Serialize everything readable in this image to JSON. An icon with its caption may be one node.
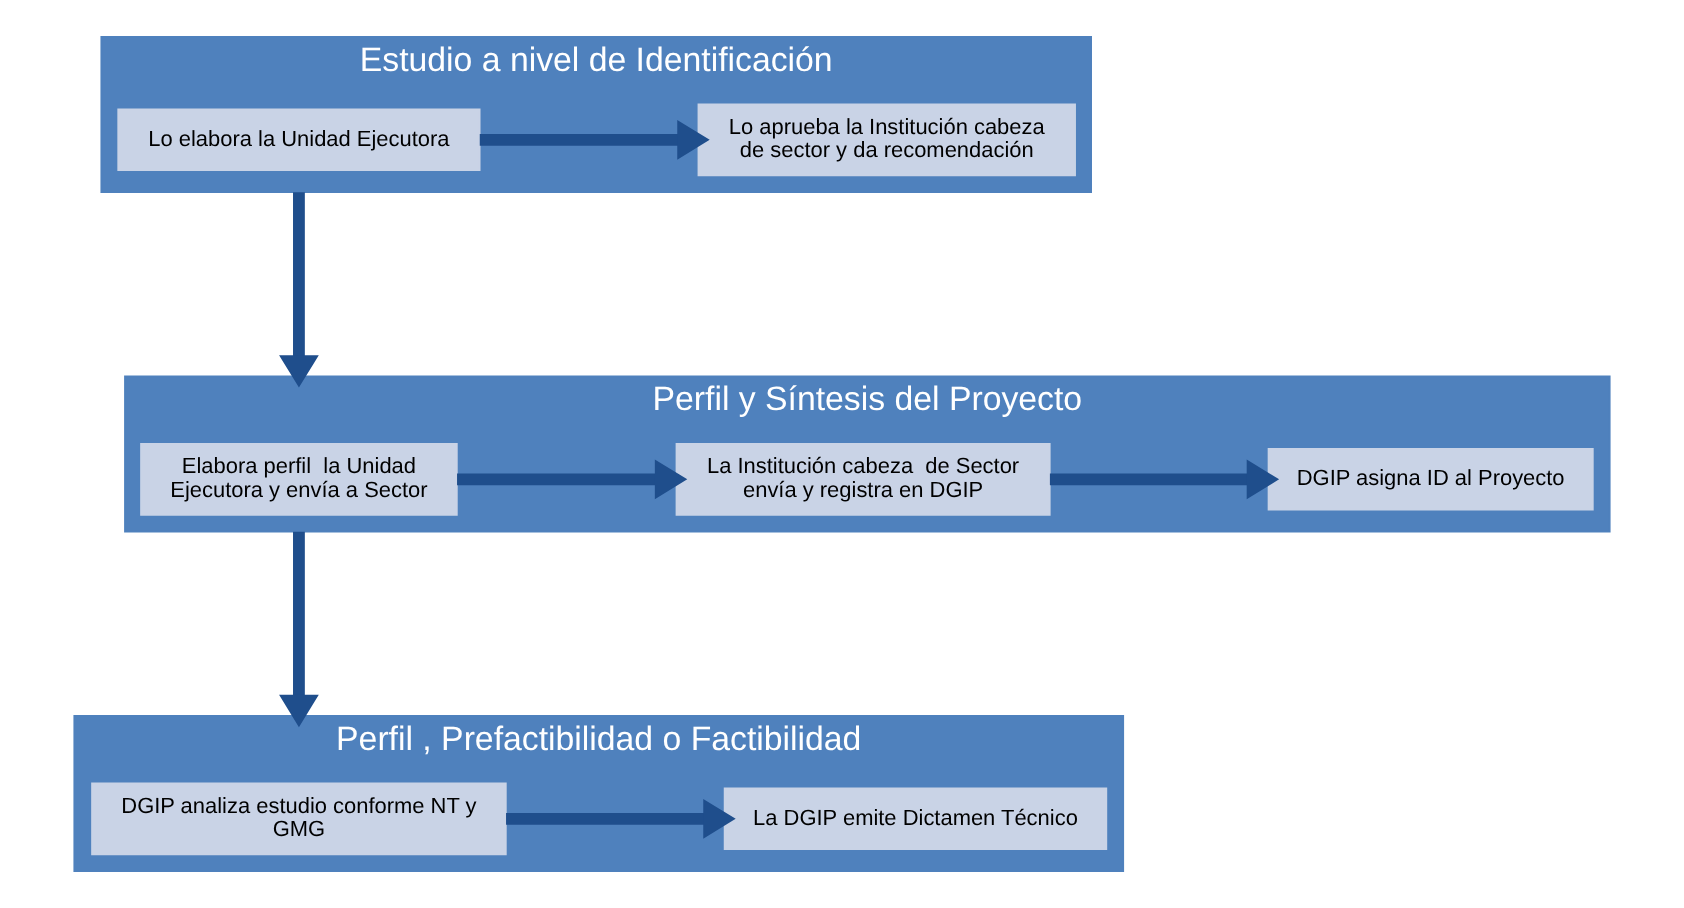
{
  "diagram": {
    "nodes": [
      {
        "text": [
          "Estudio a nivel de Identificación"
        ]
      },
      {
        "text": [
          "Lo elabora la Unidad Ejecutora"
        ],
        "in": 0
      },
      {
        "text": [
          "Lo aprueba la Institución cabeza de sector y da recomendación"
        ],
        "in": 0
      },
      {
        "text": [
          "Perfil y Síntesis del Proyecto"
        ]
      },
      {
        "text": [
          "Elabora perfil  la Unidad Ejecutora y envía a Sector"
        ],
        "in": 3
      },
      {
        "text": [
          "La Institución cabeza  de Sector envía y registra en DGIP"
        ],
        "in": 3
      },
      {
        "text": [
          "DGIP asigna ID al Proyecto"
        ],
        "in": 3
      },
      {
        "text": [
          "Perfil , Prefactibilidad o Factibilidad"
        ]
      },
      {
        "text": [
          "DGIP analiza estudio conforme NT y GMG"
        ],
        "in": 7
      },
      {
        "text": [
          "La DGIP emite Dictamen Técnico"
        ],
        "in": 7
      }
    ],
    "edges": [
      {
        "from": 1,
        "to": 2,
        "arrow": "to"
      },
      {
        "from": 0,
        "to": 3,
        "arrow": "to"
      },
      {
        "from": 4,
        "to": 5,
        "arrow": "to"
      },
      {
        "from": 5,
        "to": 6,
        "arrow": "to"
      },
      {
        "from": 3,
        "to": 7,
        "arrow": "to"
      },
      {
        "from": 8,
        "to": 9,
        "arrow": "to"
      }
    ]
  }
}
